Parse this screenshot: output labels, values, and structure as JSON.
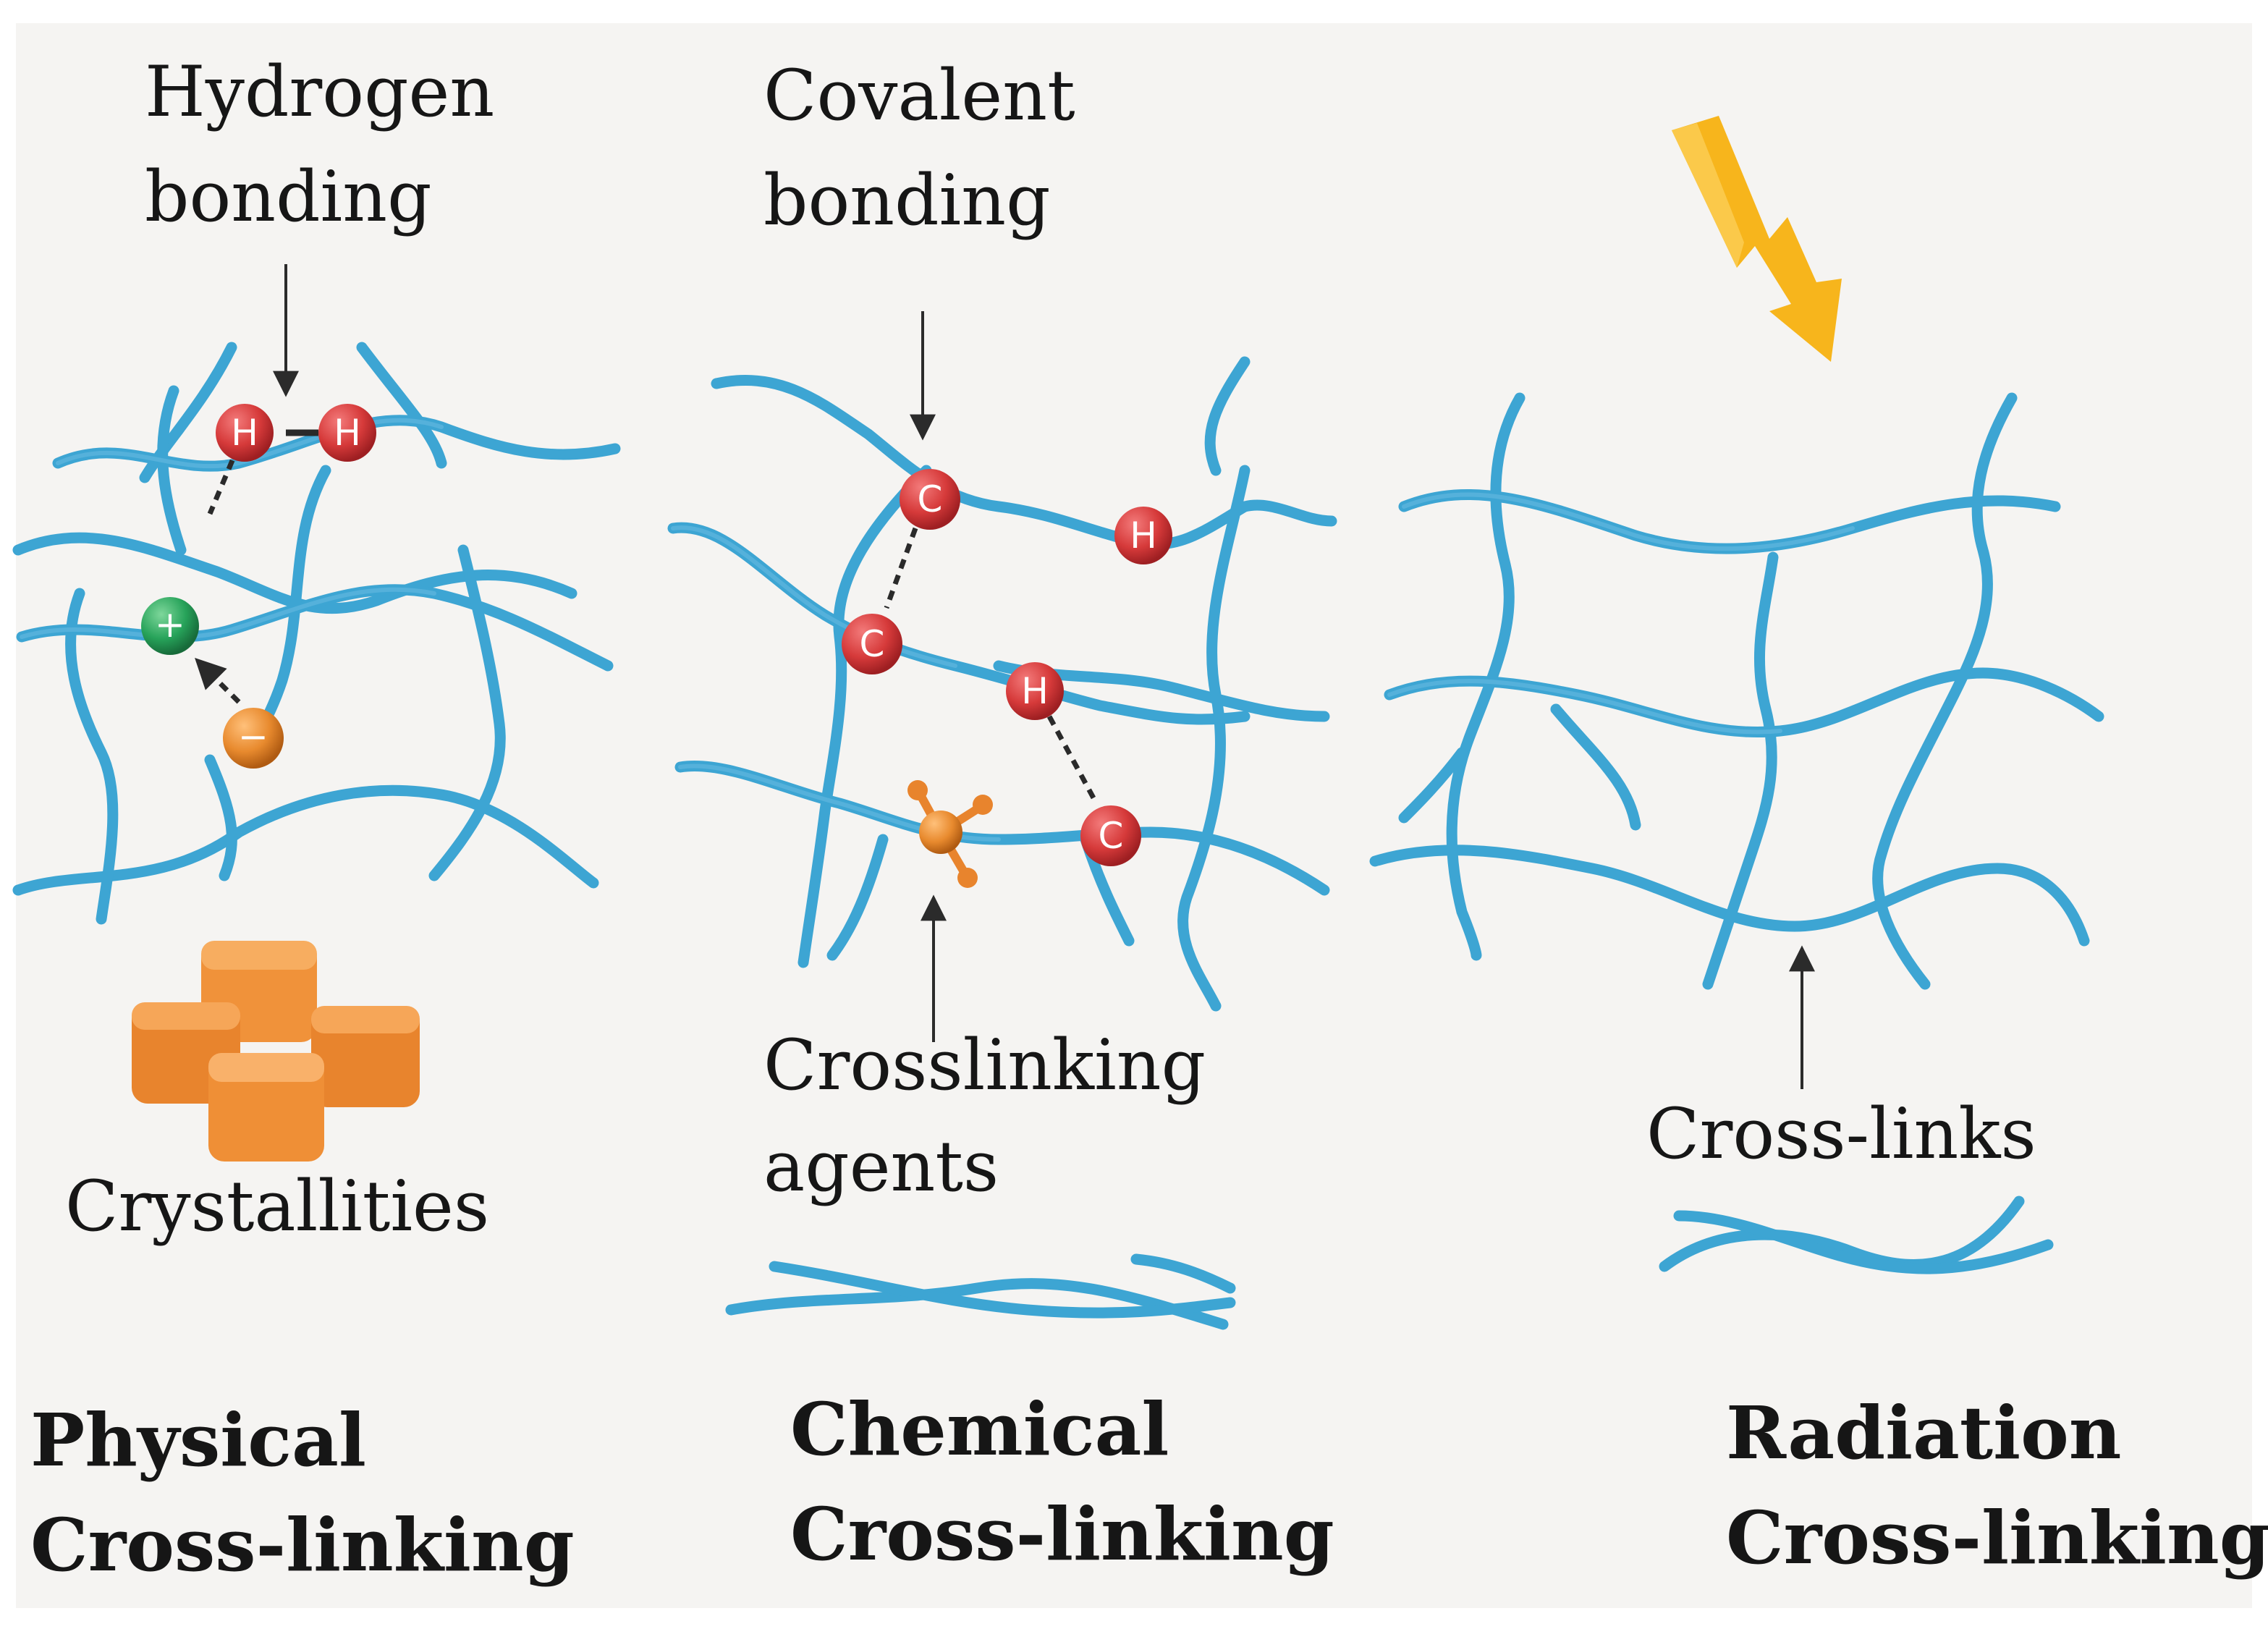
{
  "labels": {
    "hydrogen_bonding": [
      "Hydrogen",
      "bonding"
    ],
    "covalent_bonding": [
      "Covalent",
      "bonding"
    ],
    "crystallities": "Crystallities",
    "crosslinking_agents": [
      "Crosslinking",
      "agents"
    ],
    "cross_links": "Cross-links"
  },
  "titles": {
    "physical": [
      "Physical",
      "Cross-linking"
    ],
    "chemical": [
      "Chemical",
      "Cross-linking"
    ],
    "radiation": [
      "Radiation",
      "Cross-linking"
    ]
  },
  "atoms": {
    "hydrogen": "H",
    "carbon": "C",
    "cation": "+",
    "anion": "−"
  },
  "icons": {
    "radiation": "lightning-bolt-icon",
    "crystal": "stacked-cubes-icon",
    "crosslinker": "crosslinker-molecule-icon"
  },
  "colors": {
    "background": "#f5f4f2",
    "polymer_chain": "#3da5d3",
    "atom_red": "#d63a3a",
    "cation_green": "#27a35a",
    "anion_orange": "#e88a2e",
    "crystal_orange": "#f0923a",
    "lightning_yellow": "#f7b51c"
  }
}
